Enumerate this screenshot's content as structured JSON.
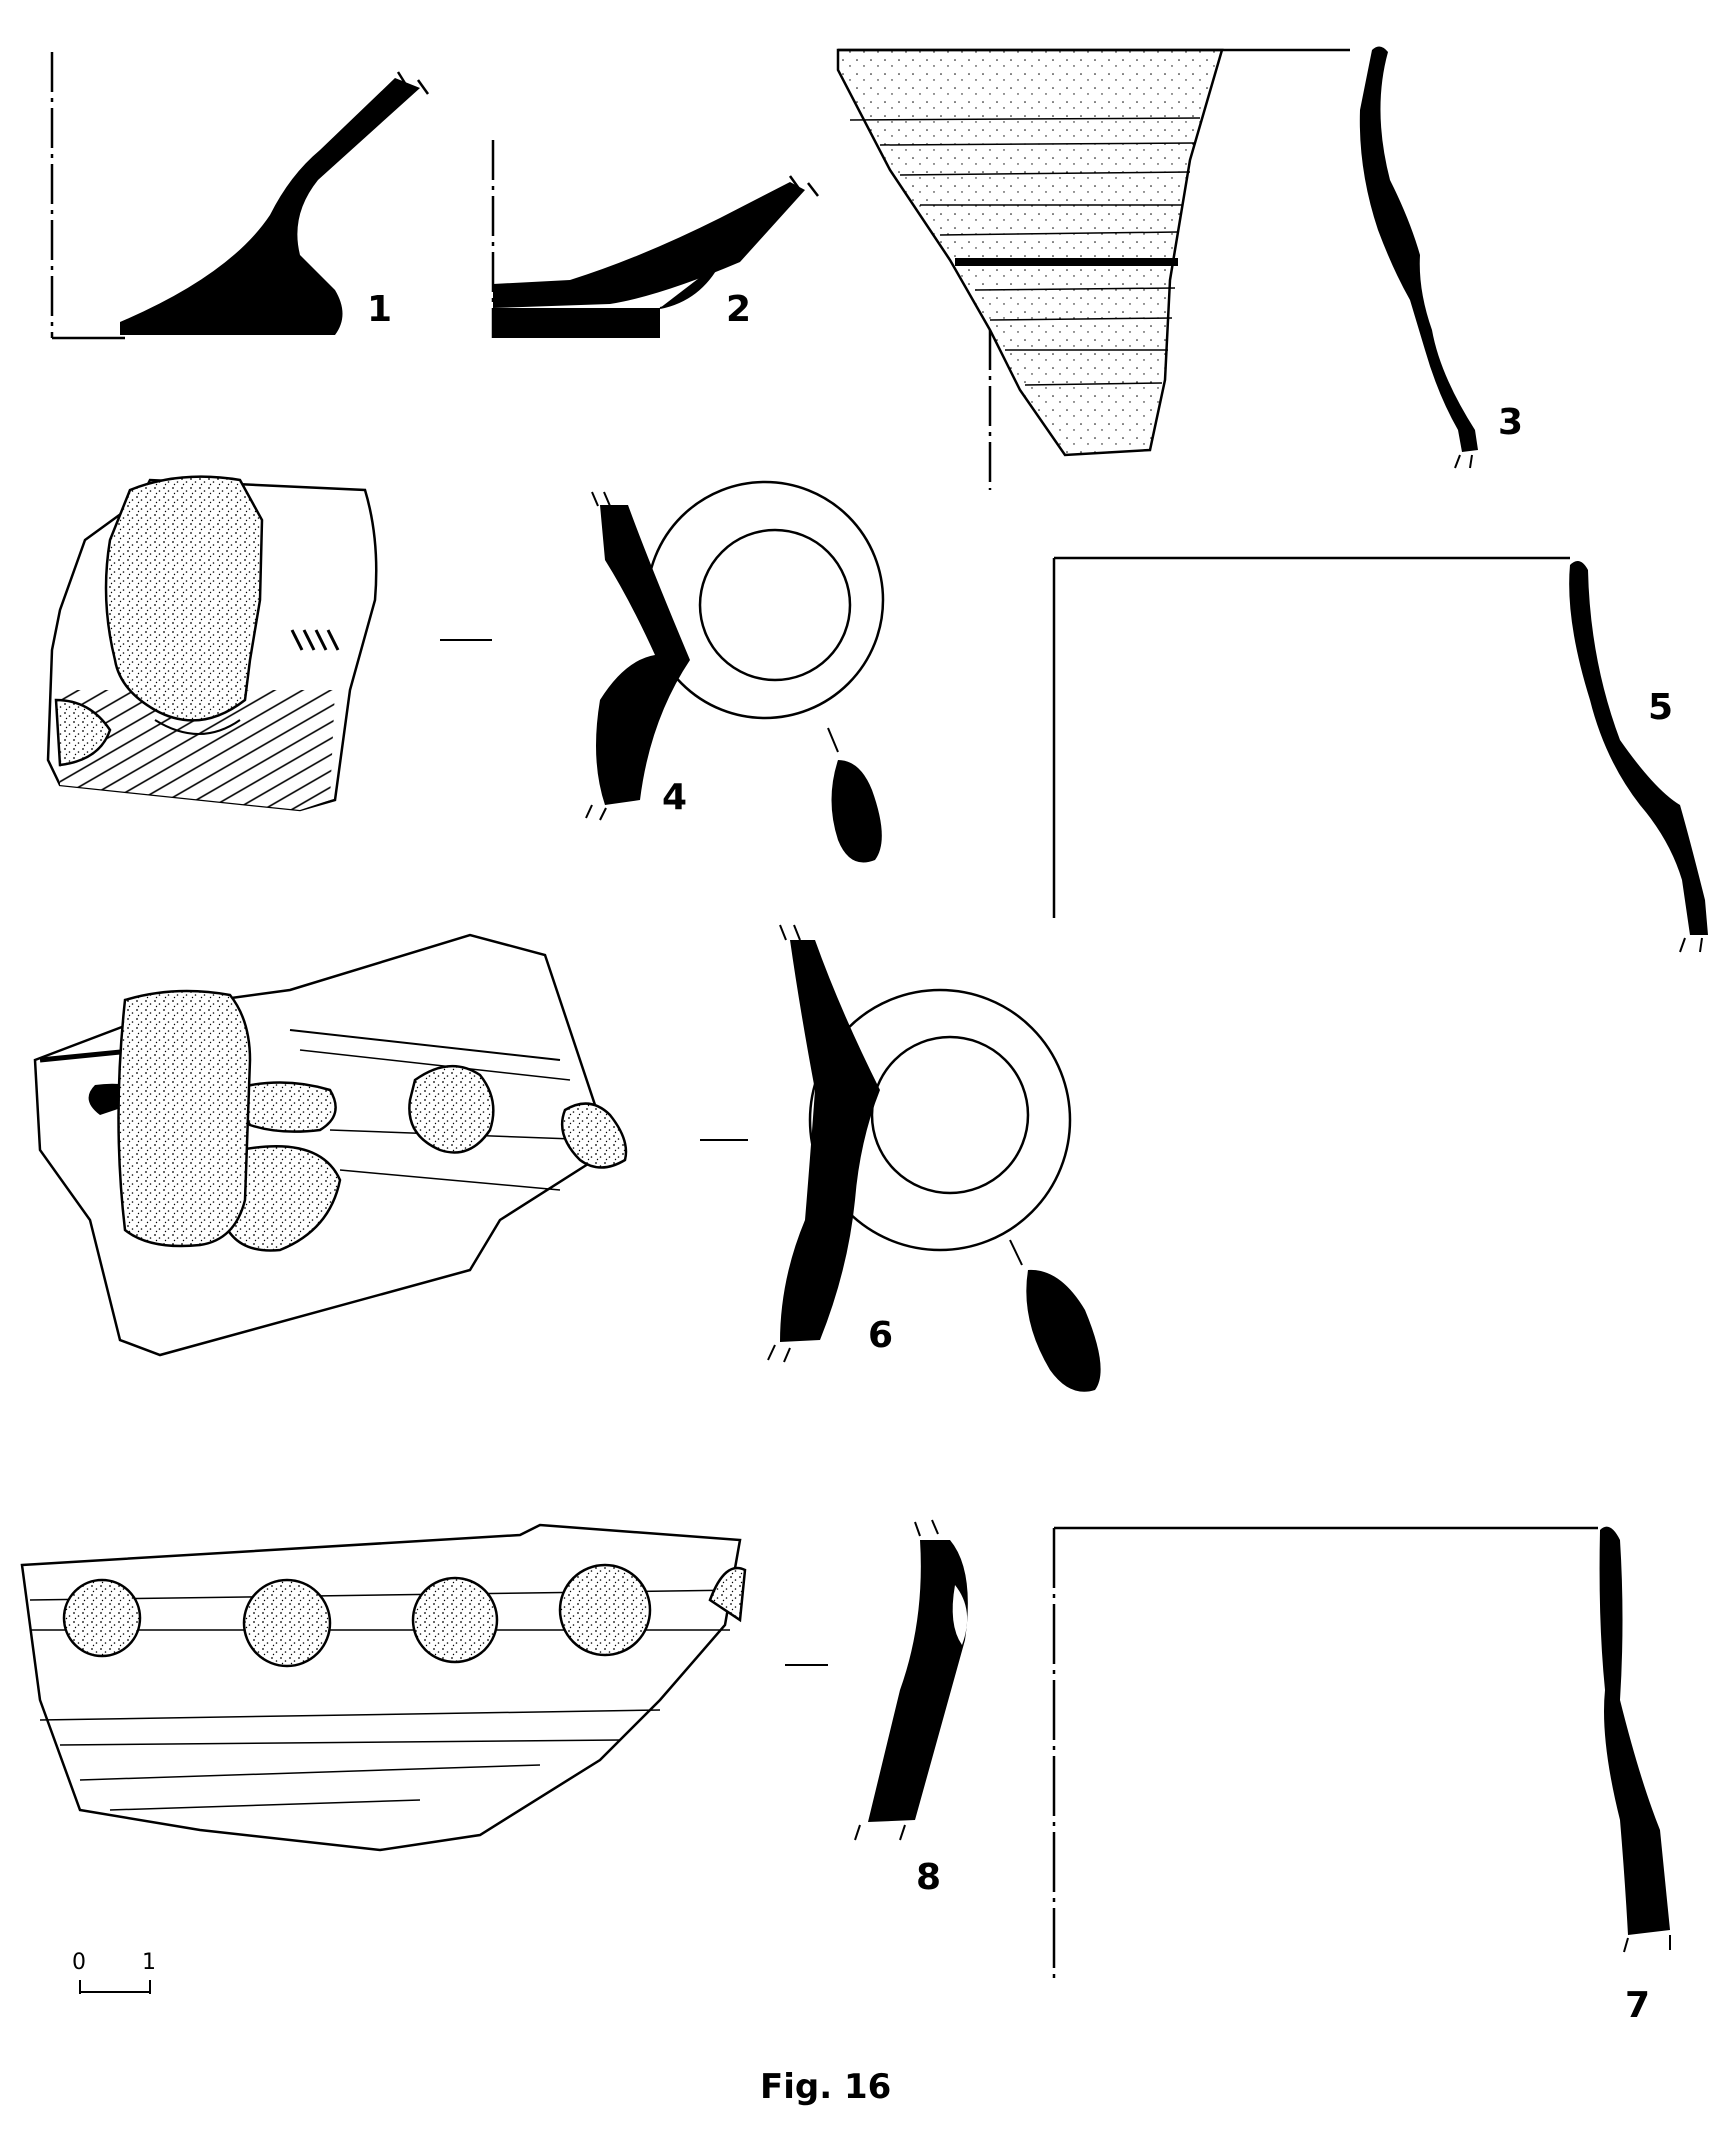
{
  "figure": {
    "caption": "Fig. 16",
    "labels": {
      "n1": "1",
      "n2": "2",
      "n3": "3",
      "n4": "4",
      "n5": "5",
      "n6": "6",
      "n7": "7",
      "n8": "8"
    },
    "scale_bar": {
      "start": "0",
      "end": "1"
    }
  },
  "colors": {
    "ink": "#000000",
    "paper": "#ffffff"
  }
}
